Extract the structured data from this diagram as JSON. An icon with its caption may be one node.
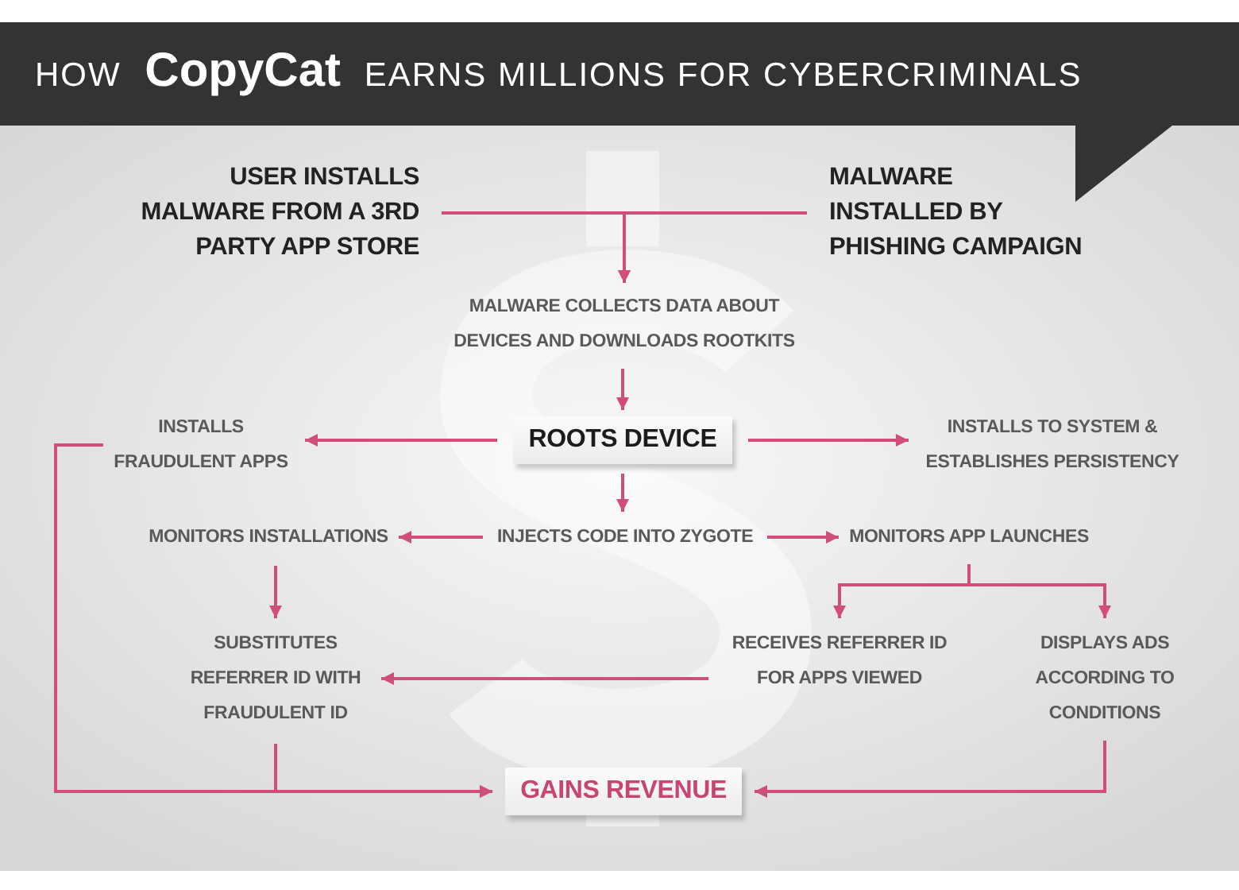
{
  "diagram": {
    "title": "HOW **CopyCat** EARNS MILLIONS FOR CYBERCRIMINALS",
    "nodes": [
      {
        "text": [
          "USER INSTALLS MALWARE FROM A 3RD PARTY APP STORE"
        ]
      },
      {
        "text": [
          "MALWARE INSTALLED BY PHISHING CAMPAIGN"
        ]
      },
      {
        "text": [
          "MALWARE COLLECTS DATA ABOUT DEVICES AND DOWNLOADS ROOTKITS"
        ]
      },
      {
        "text": [
          "ROOTS DEVICE"
        ]
      },
      {
        "text": [
          "INSTALLS FRAUDULENT APPS"
        ]
      },
      {
        "text": [
          "INSTALLS TO SYSTEM & ESTABLISHES PERSISTENCY"
        ]
      },
      {
        "text": [
          "INJECTS CODE INTO ZYGOTE"
        ]
      },
      {
        "text": [
          "MONITORS INSTALLATIONS"
        ]
      },
      {
        "text": [
          "MONITORS APP LAUNCHES"
        ]
      },
      {
        "text": [
          "SUBSTITUTES REFERRER ID WITH FRAUDULENT ID"
        ]
      },
      {
        "text": [
          "RECEIVES REFERRER ID FOR APPS VIEWED"
        ]
      },
      {
        "text": [
          "DISPLAYS ADS ACCORDING TO CONDITIONS"
        ]
      },
      {
        "text": [
          "GAINS REVENUE"
        ]
      }
    ],
    "edges": [
      {
        "from": 0,
        "to": 2,
        "arrow": "to"
      },
      {
        "from": 1,
        "to": 2,
        "arrow": "to"
      },
      {
        "from": 2,
        "to": 3,
        "arrow": "to"
      },
      {
        "from": 3,
        "to": 4,
        "arrow": "to"
      },
      {
        "from": 3,
        "to": 5,
        "arrow": "to"
      },
      {
        "from": 3,
        "to": 6,
        "arrow": "to"
      },
      {
        "from": 6,
        "to": 7,
        "arrow": "to"
      },
      {
        "from": 6,
        "to": 8,
        "arrow": "to"
      },
      {
        "from": 7,
        "to": 9,
        "arrow": "to"
      },
      {
        "from": 8,
        "to": 10,
        "arrow": "to"
      },
      {
        "from": 8,
        "to": 11,
        "arrow": "to"
      },
      {
        "from": 10,
        "to": 9,
        "arrow": "to"
      },
      {
        "from": 9,
        "to": 12,
        "arrow": "to"
      },
      {
        "from": 4,
        "to": 12,
        "arrow": "to"
      },
      {
        "from": 11,
        "to": 12,
        "arrow": "to"
      }
    ]
  }
}
